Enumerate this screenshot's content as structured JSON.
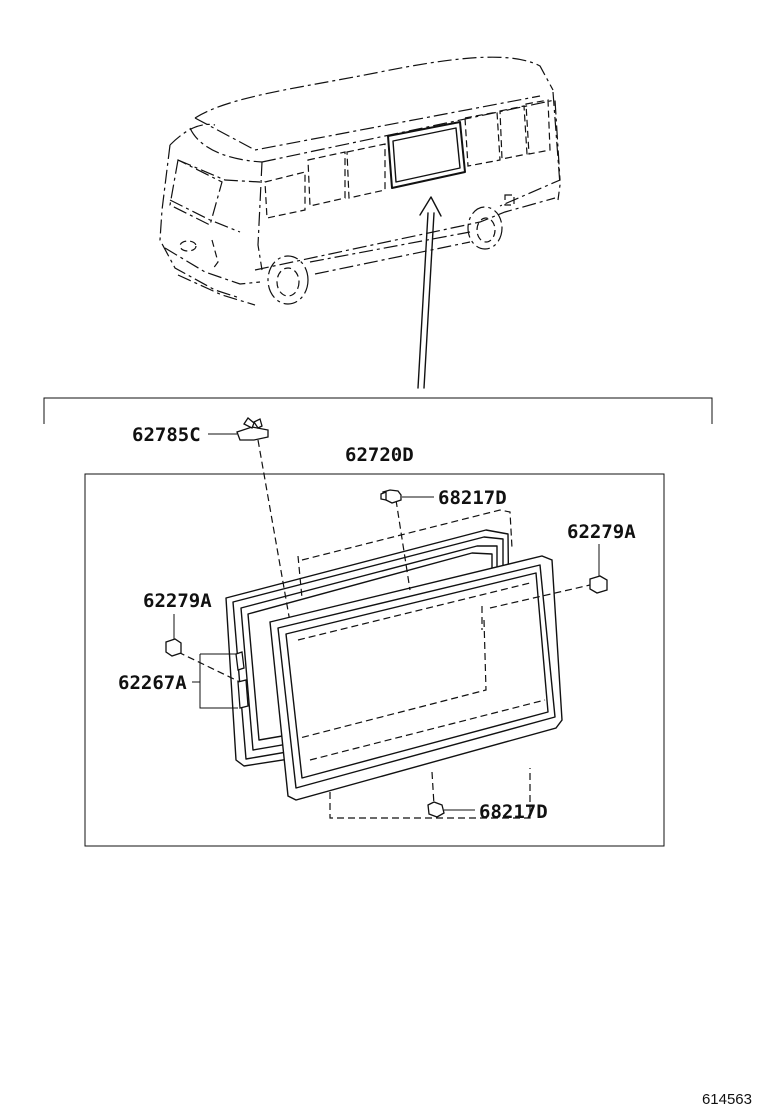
{
  "diagram": {
    "labels": {
      "p62785C": "62785C",
      "p62720D": "62720D",
      "p68217D_top": "68217D",
      "p62279A_right": "62279A",
      "p62279A_left": "62279A",
      "p62267A": "62267A",
      "p68217D_bottom": "68217D"
    },
    "figure_ref": "614563"
  }
}
